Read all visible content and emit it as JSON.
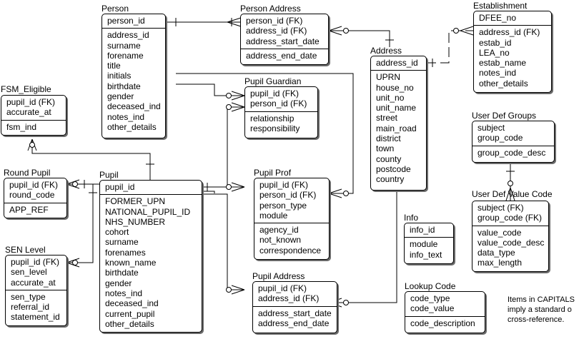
{
  "entities": {
    "person": {
      "title": "Person",
      "keys": [
        "person_id"
      ],
      "attrs": [
        "address_id",
        "surname",
        "forename",
        "title",
        "initials",
        "birthdate",
        "gender",
        "deceased_ind",
        "notes_ind",
        "other_details"
      ]
    },
    "person_address": {
      "title": "Person Address",
      "keys": [
        "person_id (FK)",
        "address_id (FK)",
        "address_start_date"
      ],
      "attrs": [
        "address_end_date"
      ]
    },
    "establishment": {
      "title": "Establishment",
      "keys": [
        "DFEE_no"
      ],
      "attrs": [
        "address_id (FK)",
        "estab_id",
        "LEA_no",
        "estab_name",
        "notes_ind",
        "other_details"
      ]
    },
    "address": {
      "title": "Address",
      "keys": [
        "address_id"
      ],
      "attrs": [
        "UPRN",
        "house_no",
        "unit_no",
        "unit_name",
        "street",
        "main_road",
        "district",
        "town",
        "county",
        "postcode",
        "country"
      ]
    },
    "fsm_eligible": {
      "title": "FSM_Eligible",
      "keys": [
        "pupil_id (FK)",
        "accurate_at"
      ],
      "attrs": [
        "fsm_ind"
      ]
    },
    "pupil_guardian": {
      "title": "Pupil Guardian",
      "keys": [
        "pupil_id (FK)",
        "person_id (FK)"
      ],
      "attrs": [
        "relationship",
        "responsibility"
      ]
    },
    "user_def_groups": {
      "title": "User Def Groups",
      "keys": [
        "subject",
        "group_code"
      ],
      "attrs": [
        "group_code_desc"
      ]
    },
    "round_pupil": {
      "title": "Round Pupil",
      "keys": [
        "pupil_id (FK)",
        "round_code"
      ],
      "attrs": [
        "APP_REF"
      ]
    },
    "pupil": {
      "title": "Pupil",
      "keys": [
        "pupil_id"
      ],
      "attrs": [
        "FORMER_UPN",
        "NATIONAL_PUPIL_ID",
        "NHS_NUMBER",
        "cohort",
        "surname",
        "forenames",
        "known_name",
        "birthdate",
        "gender",
        "notes_ind",
        "deceased_ind",
        "current_pupil",
        "other_details"
      ]
    },
    "pupil_prof": {
      "title": "Pupil Prof",
      "keys": [
        "pupil_id (FK)",
        "person_id (FK)",
        "person_type",
        "module"
      ],
      "attrs": [
        "agency_id",
        "not_known",
        "correspondence"
      ]
    },
    "user_def_value_code": {
      "title": "User Def Value Code",
      "keys": [
        "subject (FK)",
        "group_code (FK)"
      ],
      "attrs": [
        "value_code",
        "value_code_desc",
        "data_type",
        "max_length"
      ]
    },
    "info": {
      "title": "Info",
      "keys": [
        "info_id"
      ],
      "attrs": [
        "module",
        "info_text"
      ]
    },
    "sen_level": {
      "title": "SEN Level",
      "keys": [
        "pupil_id (FK)",
        "sen_level",
        "accurate_at"
      ],
      "attrs": [
        "sen_type",
        "referral_id",
        "statement_id"
      ]
    },
    "pupil_address": {
      "title": "Pupil Address",
      "keys": [
        "pupil_id (FK)",
        "address_id (FK)"
      ],
      "attrs": [
        "address_start_date",
        "address_end_date"
      ]
    },
    "lookup_code": {
      "title": "Lookup Code",
      "keys": [
        "code_type",
        "code_value"
      ],
      "attrs": [
        "code_description"
      ]
    }
  },
  "note": [
    "Items in CAPITALS",
    "imply a standard o",
    "cross-reference."
  ]
}
